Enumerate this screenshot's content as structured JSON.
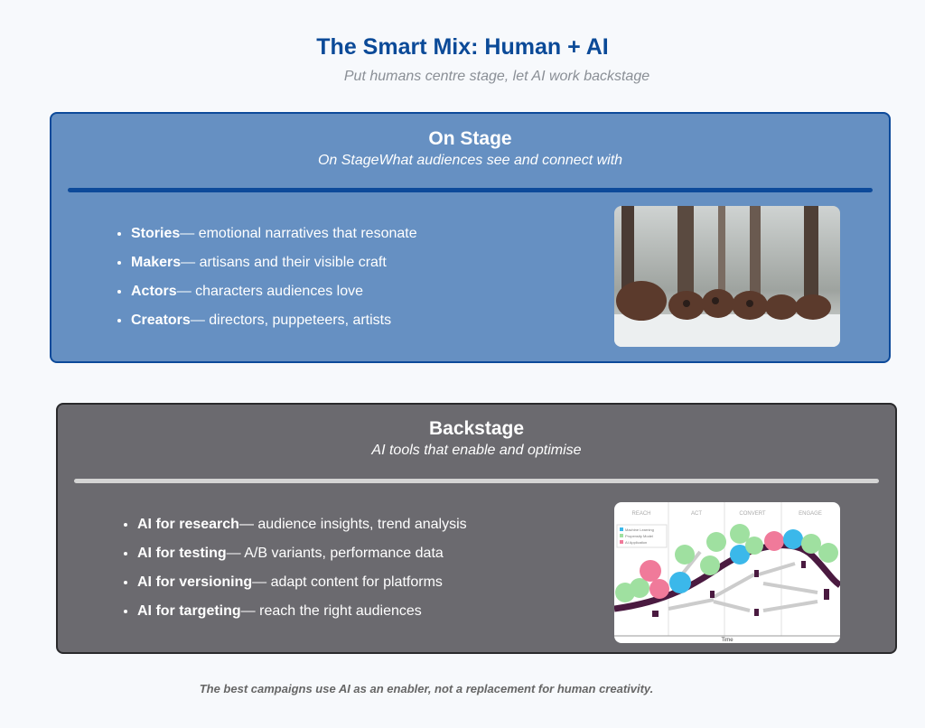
{
  "header": {
    "title": "The Smart Mix: Human + AI",
    "subtitle": "Put humans centre stage, let AI work backstage"
  },
  "on_stage": {
    "title": "On Stage",
    "subtitle": "On StageWhat audiences see and connect with",
    "items": [
      {
        "term": "Stories",
        "desc": "— emotional narratives that resonate"
      },
      {
        "term": "Makers",
        "desc": "— artisans and their visible craft"
      },
      {
        "term": "Actors",
        "desc": "— characters audiences love"
      },
      {
        "term": "Creators",
        "desc": "— directors, puppeteers, artists"
      }
    ],
    "image": "snowy-forest-creatures-photo",
    "colors": {
      "fill": "#6690c2",
      "border": "#0d4a9a"
    }
  },
  "backstage": {
    "title": "Backstage",
    "subtitle": "AI tools that enable and optimise",
    "items": [
      {
        "term": "AI for research",
        "desc": "— audience insights, trend analysis"
      },
      {
        "term": "AI for testing",
        "desc": "— A/B variants, performance data"
      },
      {
        "term": "AI for versioning",
        "desc": "— adapt content for platforms"
      },
      {
        "term": "AI for targeting",
        "desc": "— reach the right audiences"
      }
    ],
    "diagram": {
      "stages": [
        "REACH",
        "ACT",
        "CONVERT",
        "ENGAGE"
      ],
      "legend": [
        "Machine Learning",
        "Propensity Model",
        "AI Application"
      ],
      "legend_colors": [
        "#3bb8ea",
        "#9fe0a0",
        "#f07a9a"
      ],
      "axis": "Time"
    },
    "colors": {
      "fill": "#6b6a6f",
      "border": "#2a2a2c"
    }
  },
  "footer": "The best campaigns use AI as an enabler, not a replacement for human creativity."
}
